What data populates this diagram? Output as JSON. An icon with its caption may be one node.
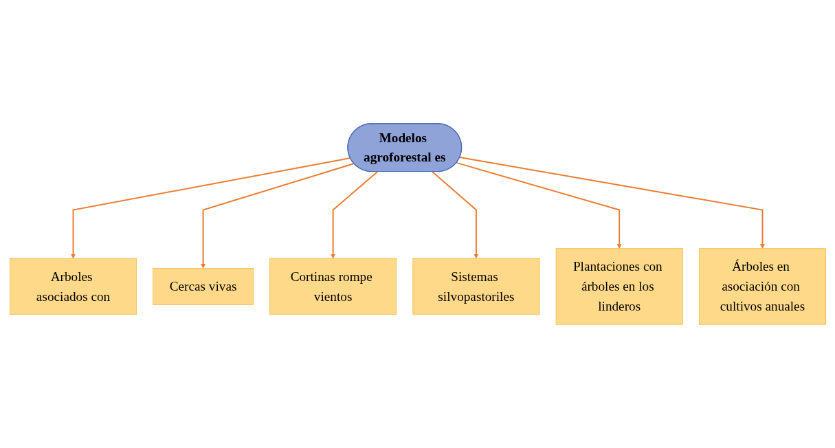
{
  "diagram": {
    "nodes": [
      {
        "text": [
          "Arboles asociados con"
        ]
      },
      {
        "text": [
          "Cercas vivas"
        ]
      },
      {
        "text": [
          "Cortinas rompe vientos"
        ]
      },
      {
        "text": [
          "Sistemas silvopastoriles"
        ]
      },
      {
        "text": [
          "Modelos agroforestal es"
        ]
      },
      {
        "text": [
          "Plantaciones con árboles en los linderos"
        ]
      },
      {
        "text": [
          "Árboles en asociación con cultivos anuales"
        ]
      }
    ],
    "edges": [
      {
        "from": 4,
        "to": 0,
        "arrow": "to"
      },
      {
        "from": 4,
        "to": 1,
        "arrow": "to"
      },
      {
        "from": 4,
        "to": 2,
        "arrow": "to"
      },
      {
        "from": 4,
        "to": 3,
        "arrow": "to"
      },
      {
        "from": 4,
        "to": 5,
        "arrow": "to"
      },
      {
        "from": 4,
        "to": 6,
        "arrow": "to"
      }
    ]
  }
}
